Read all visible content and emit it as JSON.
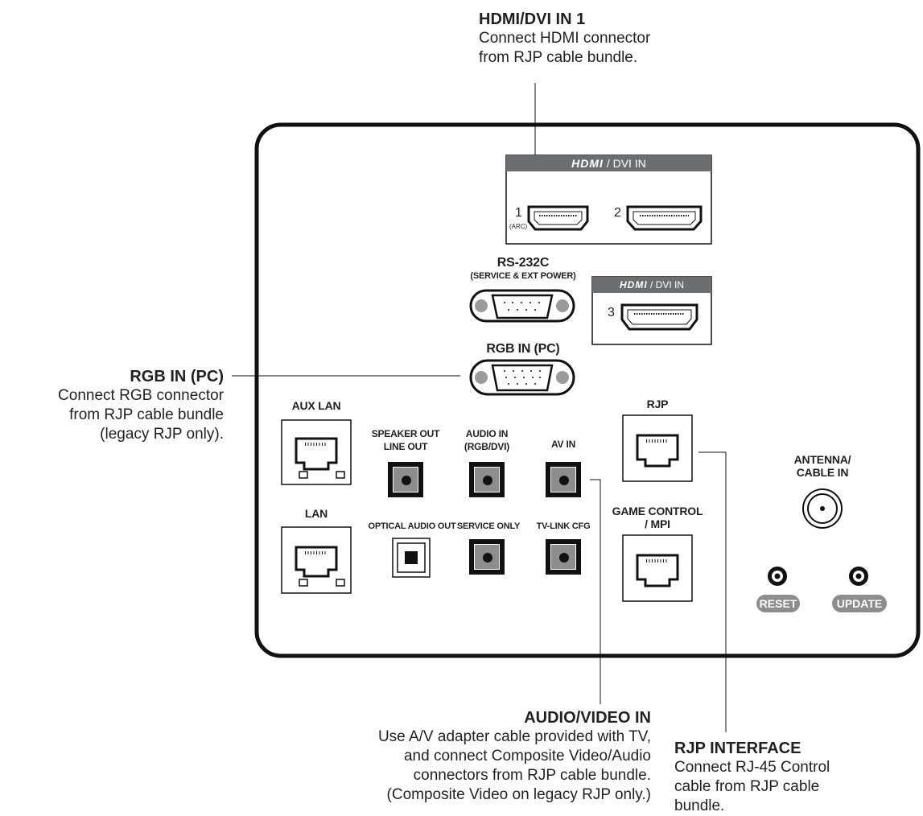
{
  "callouts": {
    "hdmi": {
      "title": "HDMI/DVI IN 1",
      "desc": [
        "Connect HDMI connector",
        "from RJP cable bundle."
      ]
    },
    "rgb": {
      "title": "RGB IN (PC)",
      "desc": [
        "Connect RGB connector",
        "from RJP cable bundle",
        "(legacy RJP only)."
      ]
    },
    "av": {
      "title": "AUDIO/VIDEO IN",
      "desc": [
        "Use A/V adapter cable provided with TV,",
        "and connect Composite Video/Audio",
        "connectors from RJP cable bundle.",
        "(Composite Video on legacy RJP only.)"
      ]
    },
    "rjp": {
      "title": "RJP INTERFACE",
      "desc": [
        "Connect RJ-45 Control",
        "cable from RJP cable",
        "bundle."
      ]
    }
  },
  "panel": {
    "hdmi_group": {
      "logo": "HDMI",
      "suffix": "/ DVI IN",
      "port1": "1",
      "port1_sub": "(ARC)",
      "port2": "2"
    },
    "hdmi_single": {
      "logo": "HDMI",
      "suffix": "/ DVI IN",
      "port3": "3"
    },
    "rs232": {
      "label": "RS-232C",
      "sub": "(SERVICE & EXT POWER)"
    },
    "rgb_in": {
      "label": "RGB IN (PC)"
    },
    "aux_lan": {
      "label": "AUX LAN"
    },
    "lan": {
      "label": "LAN"
    },
    "speaker_out": {
      "label": [
        "SPEAKER OUT",
        "LINE OUT"
      ]
    },
    "audio_in": {
      "label": [
        "AUDIO IN",
        "(RGB/DVI)"
      ]
    },
    "av_in": {
      "label": "AV IN"
    },
    "optical": {
      "label": "OPTICAL AUDIO OUT"
    },
    "service_only": {
      "label": "SERVICE ONLY"
    },
    "tv_link": {
      "label": "TV-LINK CFG"
    },
    "rjp": {
      "label": "RJP"
    },
    "game_control": {
      "label": [
        "GAME CONTROL",
        "/ MPI"
      ]
    },
    "antenna": {
      "label": [
        "ANTENNA/",
        "CABLE IN"
      ]
    },
    "reset": {
      "label": "RESET"
    },
    "update": {
      "label": "UPDATE"
    }
  }
}
